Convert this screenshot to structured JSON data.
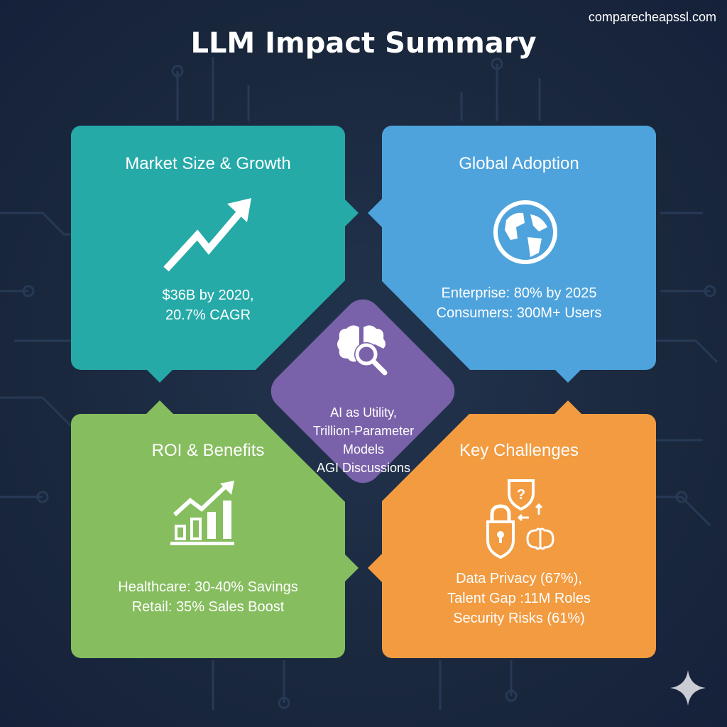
{
  "watermark": "comparecheapssl.com",
  "title": "LLM Impact Summary",
  "panels": {
    "market": {
      "heading": "Market Size & Growth",
      "lines": [
        "$36B by 2020,",
        "20.7% CAGR"
      ],
      "icon": "trend-up-arrow-icon",
      "color": "#25aaa8"
    },
    "adoption": {
      "heading": "Global Adoption",
      "lines": [
        "Enterprise: 80% by 2025",
        "Consumers: 300M+ Users"
      ],
      "icon": "globe-icon",
      "color": "#4ea3dc"
    },
    "roi": {
      "heading": "ROI & Benefits",
      "lines": [
        "Healthcare: 30-40% Savings",
        "Retail: 35% Sales Boost"
      ],
      "icon": "bar-chart-growth-icon",
      "color": "#86bd5f"
    },
    "challenges": {
      "heading": "Key Challenges",
      "lines": [
        "Data Privacy (67%),",
        "Talent Gap :11M Roles",
        "Security Risks (61%)"
      ],
      "icon": "lock-shield-brain-icon",
      "color": "#f29b40"
    }
  },
  "center": {
    "lines": [
      "AI as Utility,",
      "Trillion-Parameter",
      "Models",
      "AGI Discussions"
    ],
    "icon": "brain-search-icon",
    "color": "#7a62aa"
  }
}
